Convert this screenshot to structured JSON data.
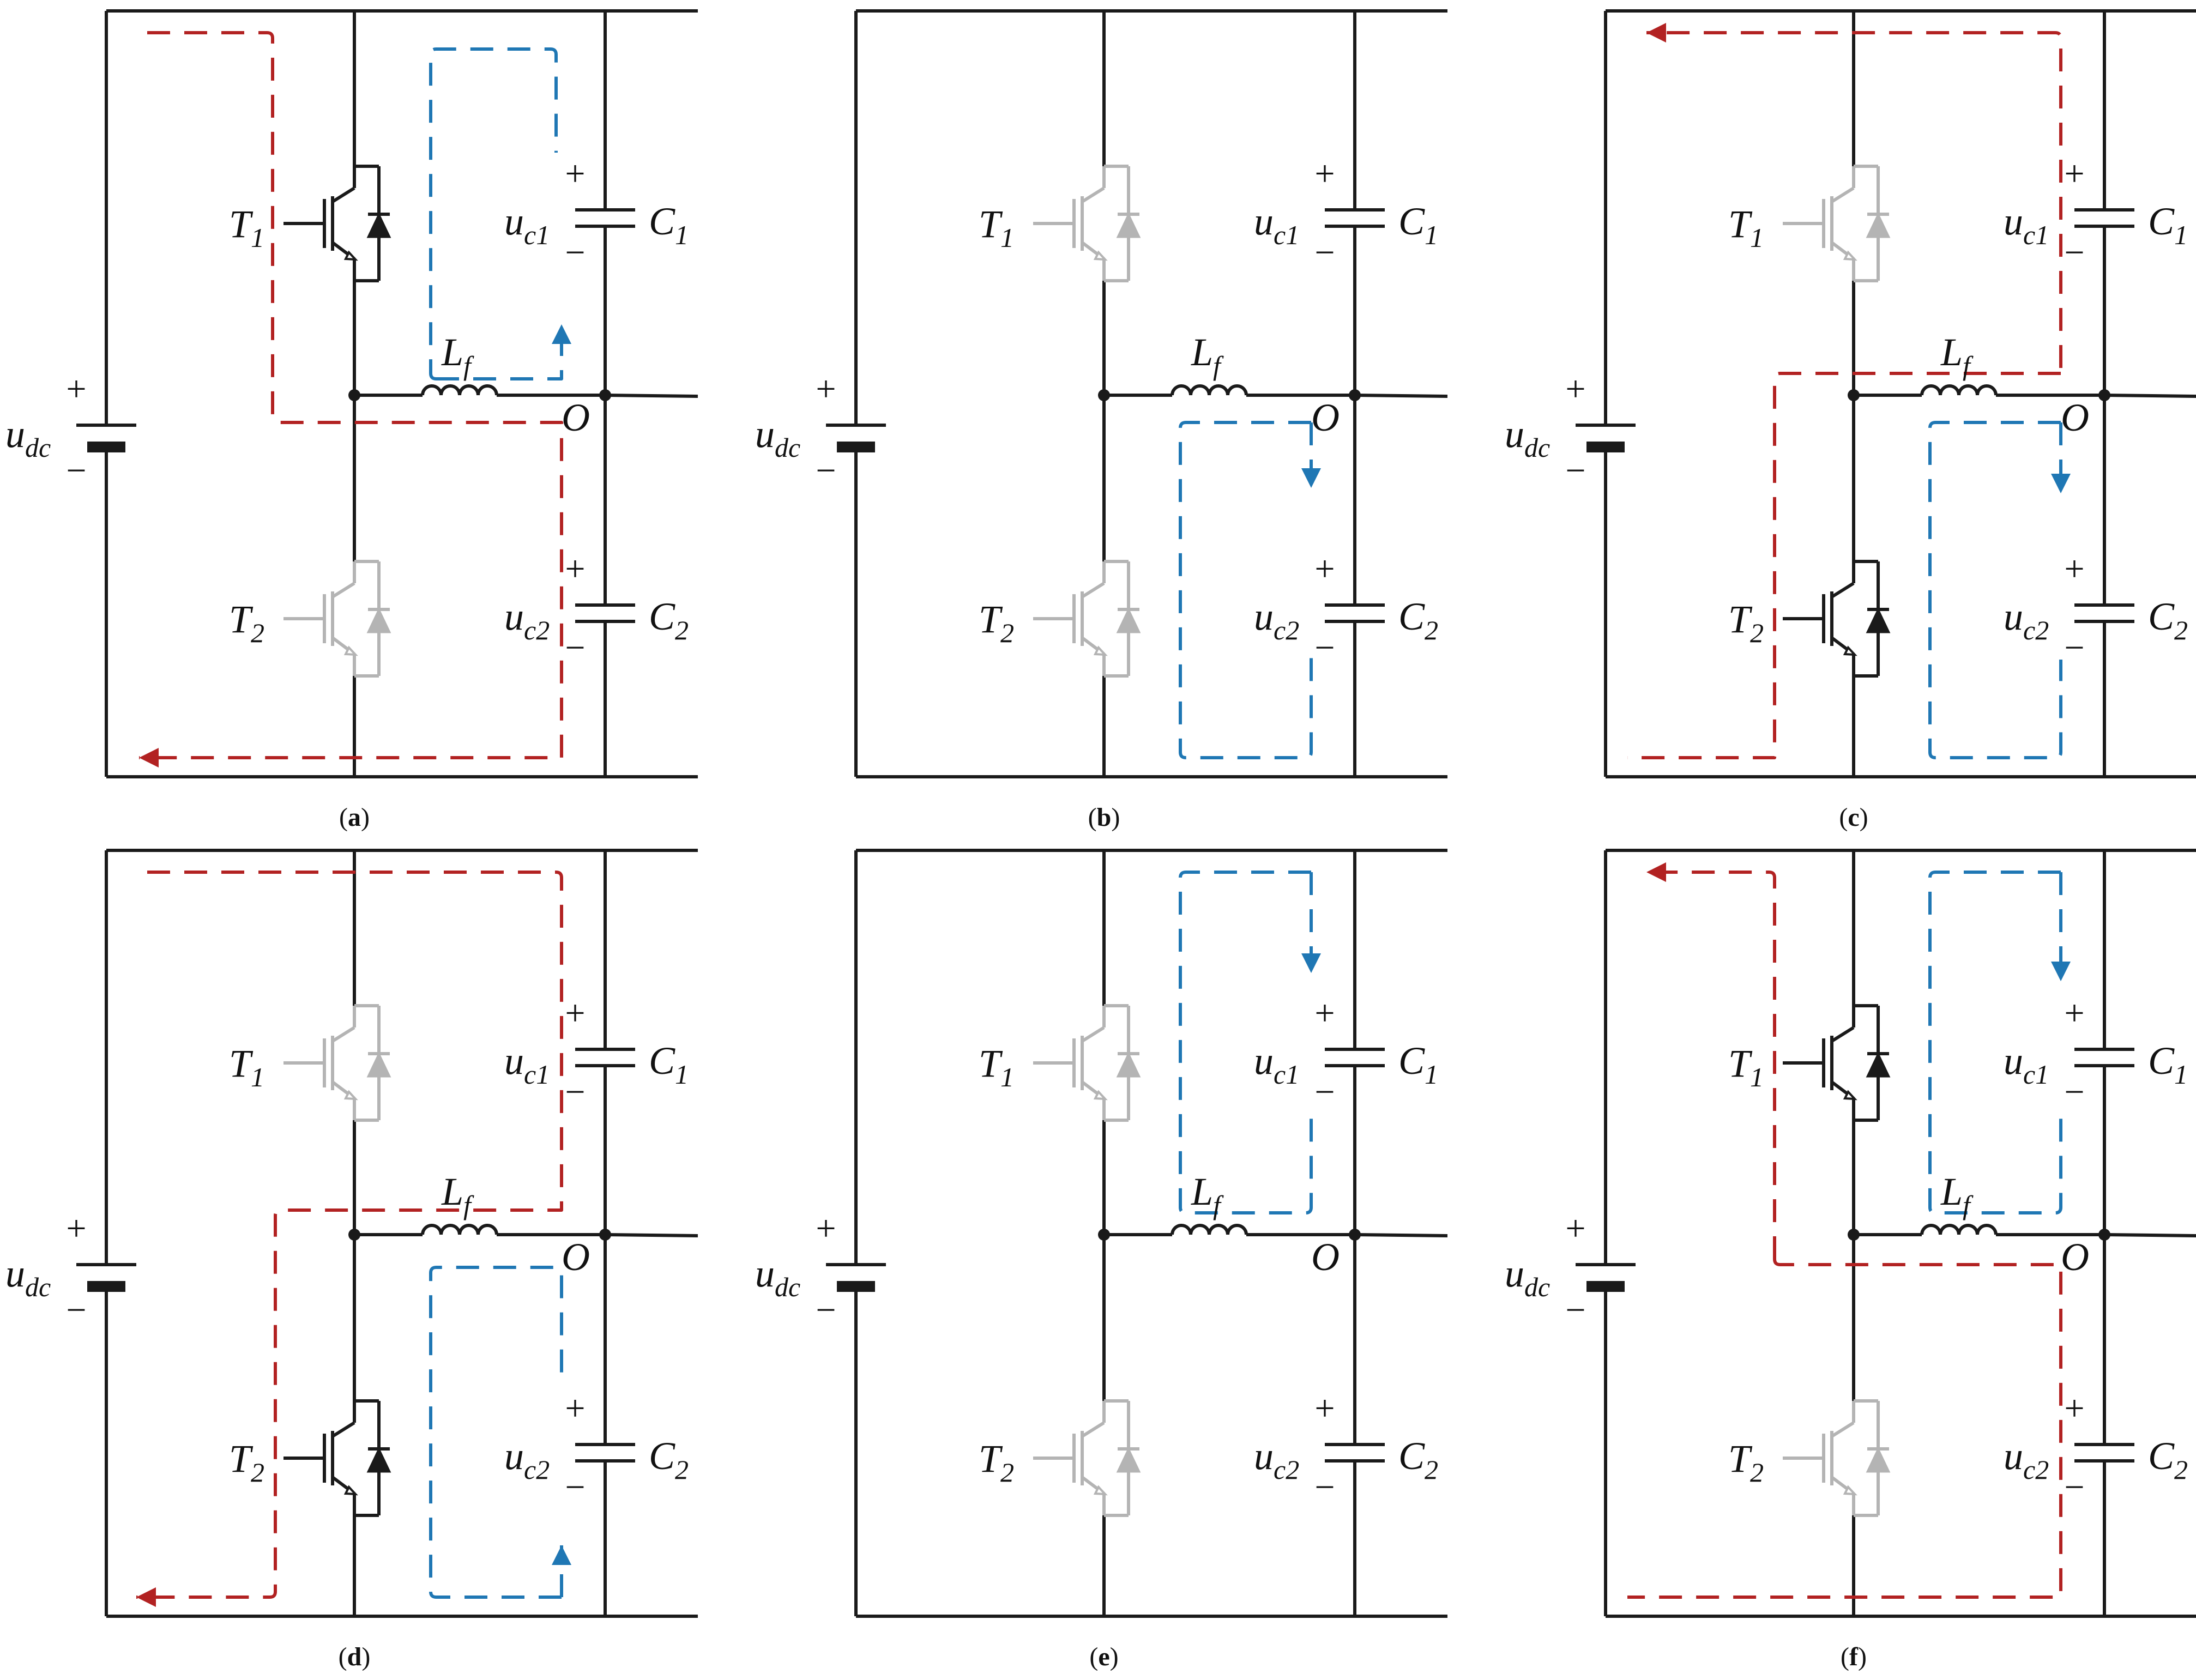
{
  "colors": {
    "wire": "#1a1a1a",
    "inactive": "#b4b4b4",
    "red_path": "#b22222",
    "blue_path": "#1f77b4"
  },
  "labels": {
    "source_main": "u",
    "source_sub": "dc",
    "t1_main": "T",
    "t1_sub": "1",
    "t2_main": "T",
    "t2_sub": "2",
    "uc1_main": "u",
    "uc1_sub": "c1",
    "uc2_main": "u",
    "uc2_sub": "c2",
    "c1_main": "C",
    "c1_sub": "1",
    "c2_main": "C",
    "c2_sub": "2",
    "lf_main": "L",
    "lf_sub": "f",
    "node_o": "O",
    "plus": "+",
    "minus": "−"
  },
  "panels": [
    {
      "id": "a",
      "letter": "a",
      "t1_active": true,
      "t2_active": false
    },
    {
      "id": "b",
      "letter": "b",
      "t1_active": false,
      "t2_active": false
    },
    {
      "id": "c",
      "letter": "c",
      "t1_active": false,
      "t2_active": true
    },
    {
      "id": "d",
      "letter": "d",
      "t1_active": false,
      "t2_active": true
    },
    {
      "id": "e",
      "letter": "e",
      "t1_active": false,
      "t2_active": false
    },
    {
      "id": "f",
      "letter": "f",
      "t1_active": true,
      "t2_active": false
    }
  ]
}
